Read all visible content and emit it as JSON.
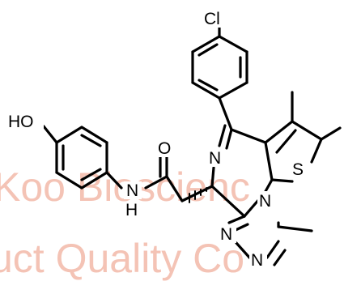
{
  "watermark": {
    "line1": "Koo Bioscienc",
    "line2": "uct Quality Co",
    "color": "#f4c3b5"
  },
  "atoms": {
    "chlorine": "Cl",
    "hydroxyl": "HO",
    "carbonyl_oxygen": "O",
    "amide_nitrogen": "N",
    "amide_hydrogen": "H",
    "imine_nitrogen": "N",
    "sulfur": "S",
    "triazole_n4": "N",
    "triazole_n1": "N",
    "triazole_n2": "N"
  }
}
